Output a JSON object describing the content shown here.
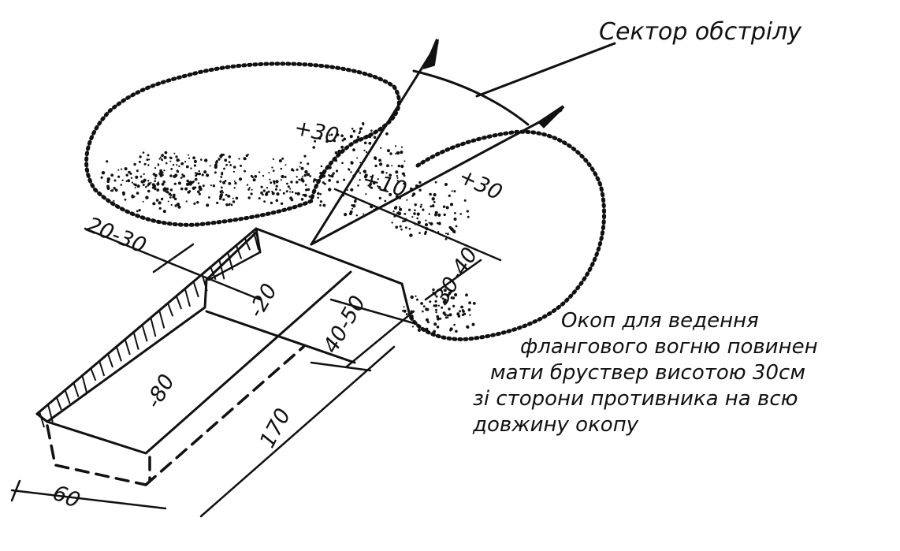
{
  "diagram": {
    "title": "Сектор обстрілу",
    "levels": {
      "parapet_left": "+30",
      "parapet_right": "+30",
      "ground": "+10",
      "step": "-20",
      "bottom": "-80"
    },
    "dimensions": {
      "parapet_width": "20-30",
      "parapet_height": "30-40",
      "step_length": "40-50",
      "trench_length": "170",
      "trench_width": "60"
    },
    "note_lines": [
      "Окоп для ведення",
      "флангового вогню повинен",
      "мати бруствер висотою 30см",
      "зі сторони противника на всю",
      "довжину окопу"
    ],
    "colors": {
      "ink": "#111111",
      "paper": "#ffffff"
    }
  }
}
